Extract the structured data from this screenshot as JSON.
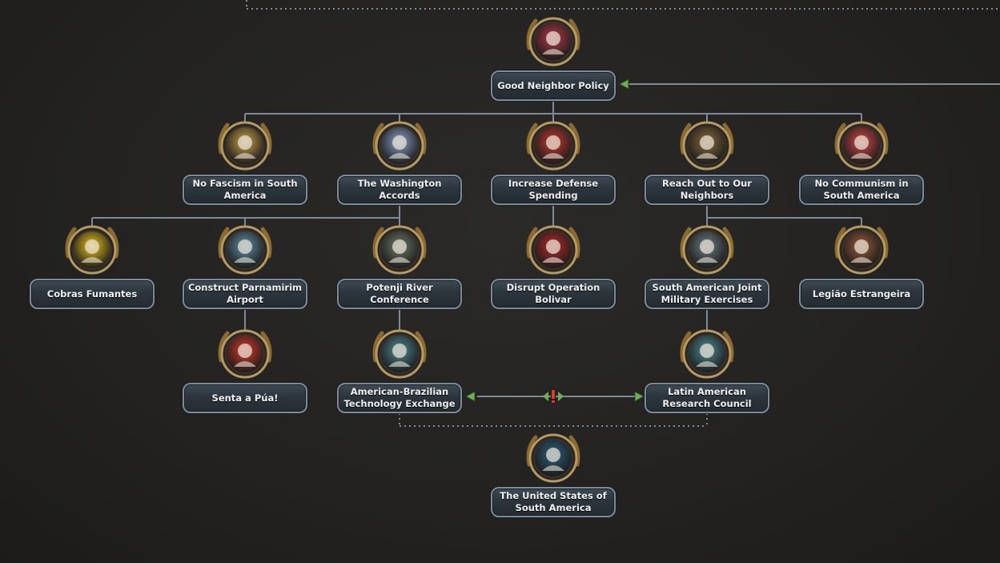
{
  "focus_tree": {
    "nodes": [
      {
        "id": "good-neighbor-policy",
        "label": "Good Neighbor Policy",
        "icon": "woman-portrait-roses-icon",
        "color": "#b33a4a"
      },
      {
        "id": "no-fascism",
        "label": "No Fascism in South America",
        "icon": "fasces-wreath-icon",
        "color": "#c9a24a"
      },
      {
        "id": "washington-accords",
        "label": "The Washington Accords",
        "icon": "us-flag-handshake-icon",
        "color": "#8aa0c8"
      },
      {
        "id": "increase-defense",
        "label": "Increase Defense Spending",
        "icon": "fist-brazil-flags-icon",
        "color": "#c23a2e"
      },
      {
        "id": "reach-out",
        "label": "Reach Out to Our Neighbors",
        "icon": "americas-globe-icon",
        "color": "#8a6a3a"
      },
      {
        "id": "no-communism",
        "label": "No Communism in South America",
        "icon": "red-star-wreath-icon",
        "color": "#d34848"
      },
      {
        "id": "cobras-fumantes",
        "label": "Cobras Fumantes",
        "icon": "smoking-snake-badge-icon",
        "color": "#e8c21c"
      },
      {
        "id": "parnamirim",
        "label": "Construct Parnamirim Airport",
        "icon": "airfield-planes-icon",
        "color": "#5f8fa6"
      },
      {
        "id": "potenji",
        "label": "Potenji River Conference",
        "icon": "conference-photo-icon",
        "color": "#6e7a6a"
      },
      {
        "id": "bolivar",
        "label": "Disrupt Operation Bolivar",
        "icon": "spy-hand-icon",
        "color": "#b52a2a"
      },
      {
        "id": "joint-exercises",
        "label": "South American Joint Military Exercises",
        "icon": "soldiers-shield-icon",
        "color": "#6d7f86"
      },
      {
        "id": "legiao",
        "label": "Legião Estrangeira",
        "icon": "soldier-rifle-icon",
        "color": "#9a5a3a"
      },
      {
        "id": "senta-a-pua",
        "label": "Senta a Púa!",
        "icon": "ostrich-squadron-icon",
        "color": "#d33a2a"
      },
      {
        "id": "tech-exchange",
        "label": "American-Brazilian Technology Exchange",
        "icon": "research-flask-icon",
        "color": "#4f8a94"
      },
      {
        "id": "research-council",
        "label": "Latin American Research Council",
        "icon": "research-flask-icon",
        "color": "#4f8a94"
      },
      {
        "id": "usa-south-america",
        "label": "The United States of South America",
        "icon": "brazil-map-globe-icon",
        "color": "#2f5f7a"
      }
    ],
    "mutually_exclusive_marker": "!"
  }
}
